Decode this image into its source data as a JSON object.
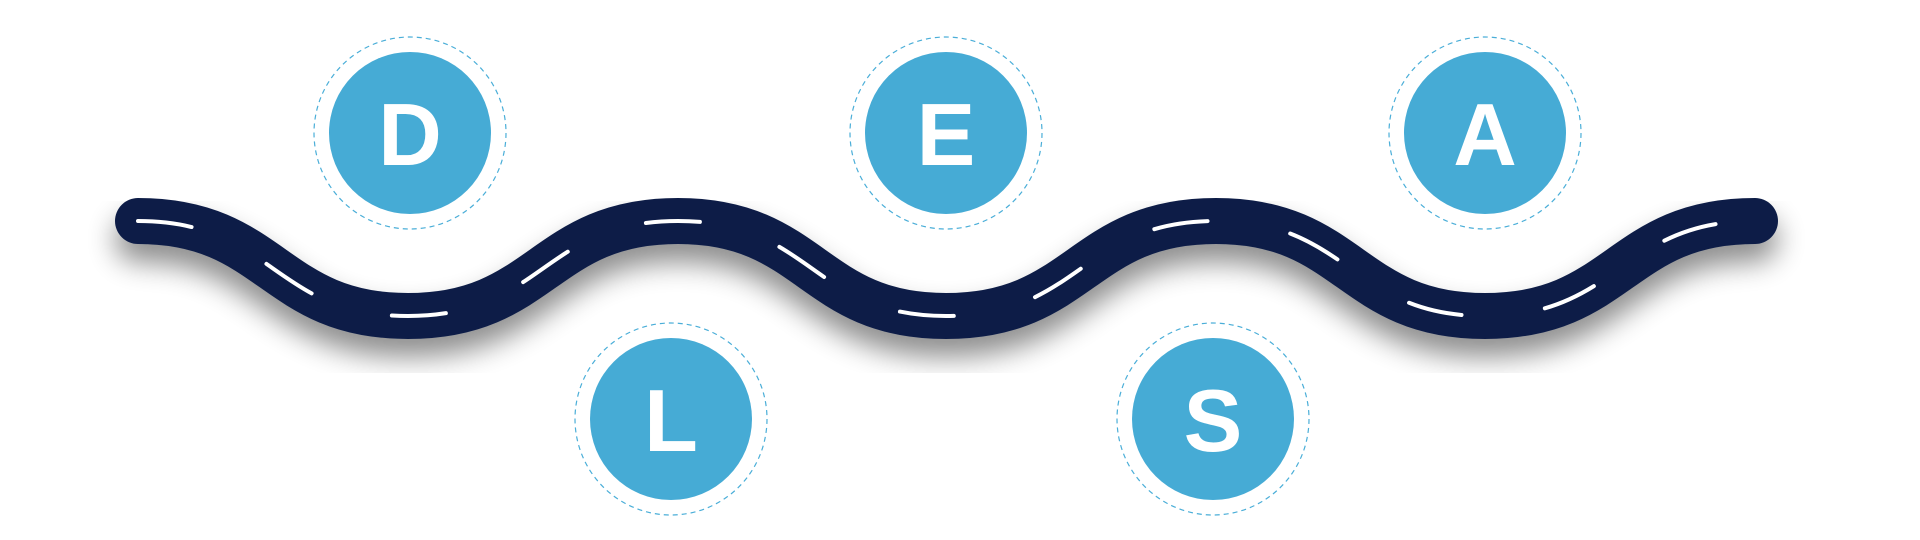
{
  "diagram": {
    "type": "winding-road-timeline",
    "road": {
      "color": "#0f1f47",
      "lane_marking_color": "#ffffff",
      "shadow_color": "#000000"
    },
    "node_style": {
      "fill": "#46abd5",
      "ring_color": "#4aaed8",
      "letter_color": "#ffffff"
    },
    "nodes": [
      {
        "id": "d",
        "letter": "D",
        "position": "above",
        "order": 1
      },
      {
        "id": "l",
        "letter": "L",
        "position": "below",
        "order": 2
      },
      {
        "id": "e",
        "letter": "E",
        "position": "above",
        "order": 3
      },
      {
        "id": "s",
        "letter": "S",
        "position": "below",
        "order": 4
      },
      {
        "id": "a",
        "letter": "A",
        "position": "above",
        "order": 5
      }
    ]
  }
}
